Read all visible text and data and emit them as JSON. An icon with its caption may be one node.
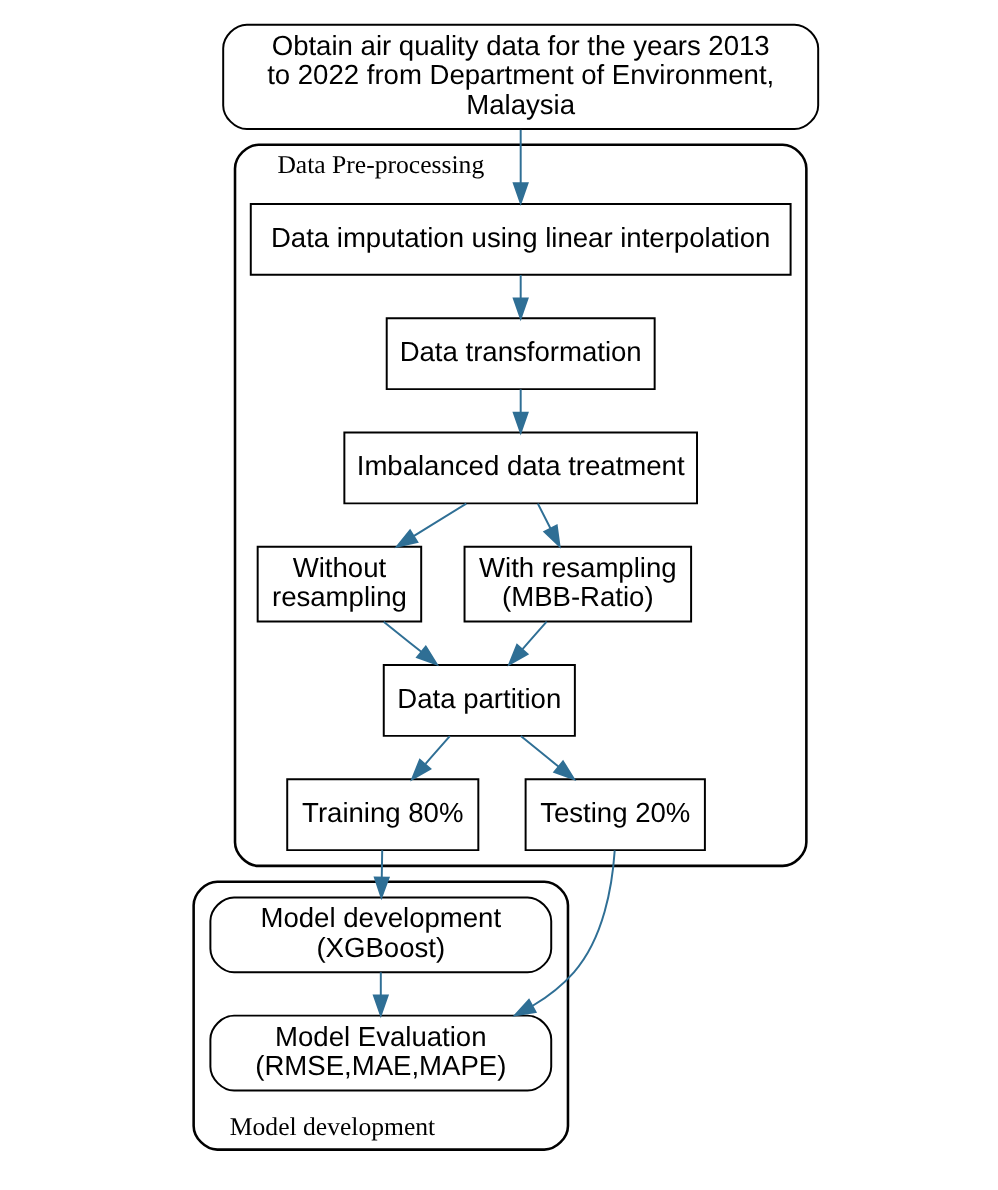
{
  "diagram": {
    "nodes": [
      {
        "text": [
          "Obtain air quality data for the years 2013 to 2022 from Department of Environment, Malaysia"
        ]
      },
      {
        "text": [
          "Data Pre-processing"
        ]
      },
      {
        "text": [
          "Data imputation using linear interpolation"
        ],
        "in": 1
      },
      {
        "text": [
          "Data transformation"
        ],
        "in": 1
      },
      {
        "text": [
          "Imbalanced data treatment"
        ],
        "in": 1
      },
      {
        "text": [
          "Without resampling"
        ],
        "in": 1
      },
      {
        "text": [
          "With resampling (MBB-Ratio)"
        ],
        "in": 1
      },
      {
        "text": [
          "Data partition"
        ],
        "in": 1
      },
      {
        "text": [
          "Training 80%"
        ],
        "in": 1
      },
      {
        "text": [
          "Testing 20%"
        ],
        "in": 1
      },
      {
        "text": [
          "Model development"
        ]
      },
      {
        "text": [
          "Model development (XGBoost)"
        ],
        "in": 10
      },
      {
        "text": [
          "Model Evaluation (RMSE,MAE,MAPE)"
        ],
        "in": 10
      }
    ],
    "edges": [
      {
        "from": 0,
        "to": 2,
        "arrow": "to"
      },
      {
        "from": 2,
        "to": 3,
        "arrow": "to"
      },
      {
        "from": 3,
        "to": 4,
        "arrow": "to"
      },
      {
        "from": 4,
        "to": 5,
        "arrow": "to"
      },
      {
        "from": 4,
        "to": 6,
        "arrow": "to"
      },
      {
        "from": 5,
        "to": 7,
        "arrow": "to"
      },
      {
        "from": 6,
        "to": 7,
        "arrow": "to"
      },
      {
        "from": 7,
        "to": 8,
        "arrow": "to"
      },
      {
        "from": 7,
        "to": 9,
        "arrow": "to"
      },
      {
        "from": 8,
        "to": 11,
        "arrow": "to"
      },
      {
        "from": 9,
        "to": 12,
        "arrow": "to"
      },
      {
        "from": 11,
        "to": 12,
        "arrow": "to"
      }
    ]
  }
}
